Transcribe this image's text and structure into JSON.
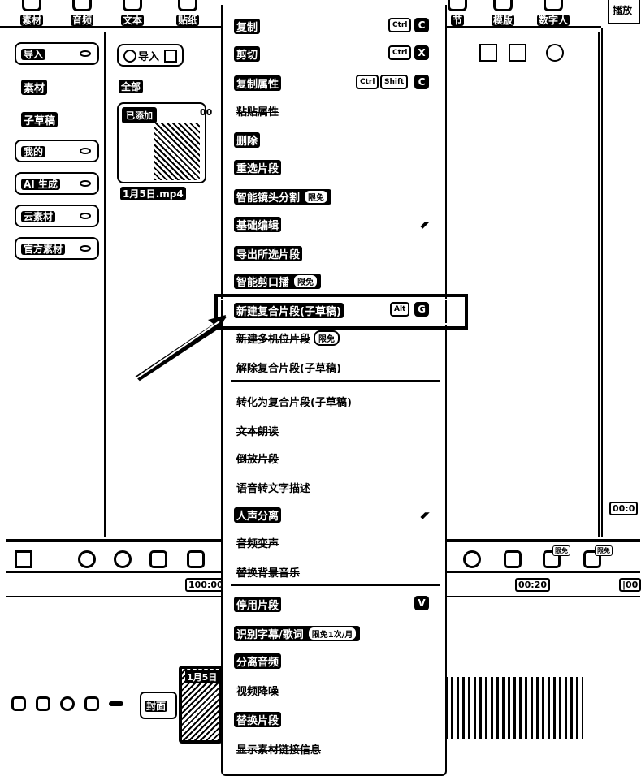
{
  "toolbar": {
    "items": [
      {
        "label": "素材",
        "icon": "media-icon"
      },
      {
        "label": "音频",
        "icon": "audio-icon"
      },
      {
        "label": "文本",
        "icon": "text-icon"
      },
      {
        "label": "贴纸",
        "icon": "sticker-icon"
      },
      {
        "label": "节",
        "icon": "transition-icon"
      },
      {
        "label": "模版",
        "icon": "template-icon"
      },
      {
        "label": "数字人",
        "icon": "digital-human-icon"
      }
    ],
    "preview_tab": "播放"
  },
  "leftnav": {
    "import": "导入",
    "media": "素材",
    "subdraft": "子草稿",
    "mine": "我的",
    "ai": "AI 生成",
    "cloud": "云素材",
    "official": "官方素材"
  },
  "media": {
    "import_button": "导入",
    "category_all": "全部",
    "clip_added": "已添加",
    "clip_duration": "00",
    "clip_name": "1月5日.mp4"
  },
  "preview": {
    "time": "00:0"
  },
  "timeline": {
    "ruler": [
      "100:00",
      "00:20",
      "|00"
    ],
    "cover": "封面",
    "clip_label": "1月5日",
    "badges": [
      "限免",
      "限免"
    ]
  },
  "menu": {
    "copy": {
      "label": "复制",
      "keys": [
        "Ctrl",
        "C"
      ]
    },
    "cut": {
      "label": "剪切",
      "keys": [
        "Ctrl",
        "X"
      ]
    },
    "copy_attr": {
      "label": "复制属性",
      "keys": [
        "Ctrl",
        "Shift",
        "C"
      ]
    },
    "paste_attr": {
      "label": "粘贴属性"
    },
    "delete": {
      "label": "删除"
    },
    "reselect": {
      "label": "重选片段"
    },
    "smart_scene": {
      "label": "智能镜头分割",
      "badge": "限免"
    },
    "basic_edit": {
      "label": "基础编辑"
    },
    "export_selected": {
      "label": "导出所选片段"
    },
    "smart_cut": {
      "label": "智能剪口播",
      "badge": "限免"
    },
    "new_compound": {
      "label": "新建复合片段(子草稿)",
      "keys": [
        "Alt",
        "G"
      ]
    },
    "new_multicam": {
      "label": "新建多机位片段",
      "badge": "限免"
    },
    "unpack_compound": {
      "label": "解除复合片段(子草稿)"
    },
    "convert_compound": {
      "label": "转化为复合片段(子草稿)"
    },
    "tts": {
      "label": "文本朗读"
    },
    "reverse": {
      "label": "倒放片段"
    },
    "speech_text": {
      "label": "语音转文字描述"
    },
    "vocal_sep": {
      "label": "人声分离"
    },
    "voice_change": {
      "label": "音频变声"
    },
    "replace_bg": {
      "label": "替换背景音乐"
    },
    "disable": {
      "label": "停用片段",
      "keys": [
        "V"
      ]
    },
    "recognize_lyrics": {
      "label": "识别字幕/歌词",
      "badge": "限免1次/月"
    },
    "split_audio": {
      "label": "分离音频"
    },
    "audio_denoise": {
      "label": "视频降噪"
    },
    "replace_clip": {
      "label": "替换片段"
    },
    "link_material": {
      "label": "显示素材链接信息"
    }
  }
}
